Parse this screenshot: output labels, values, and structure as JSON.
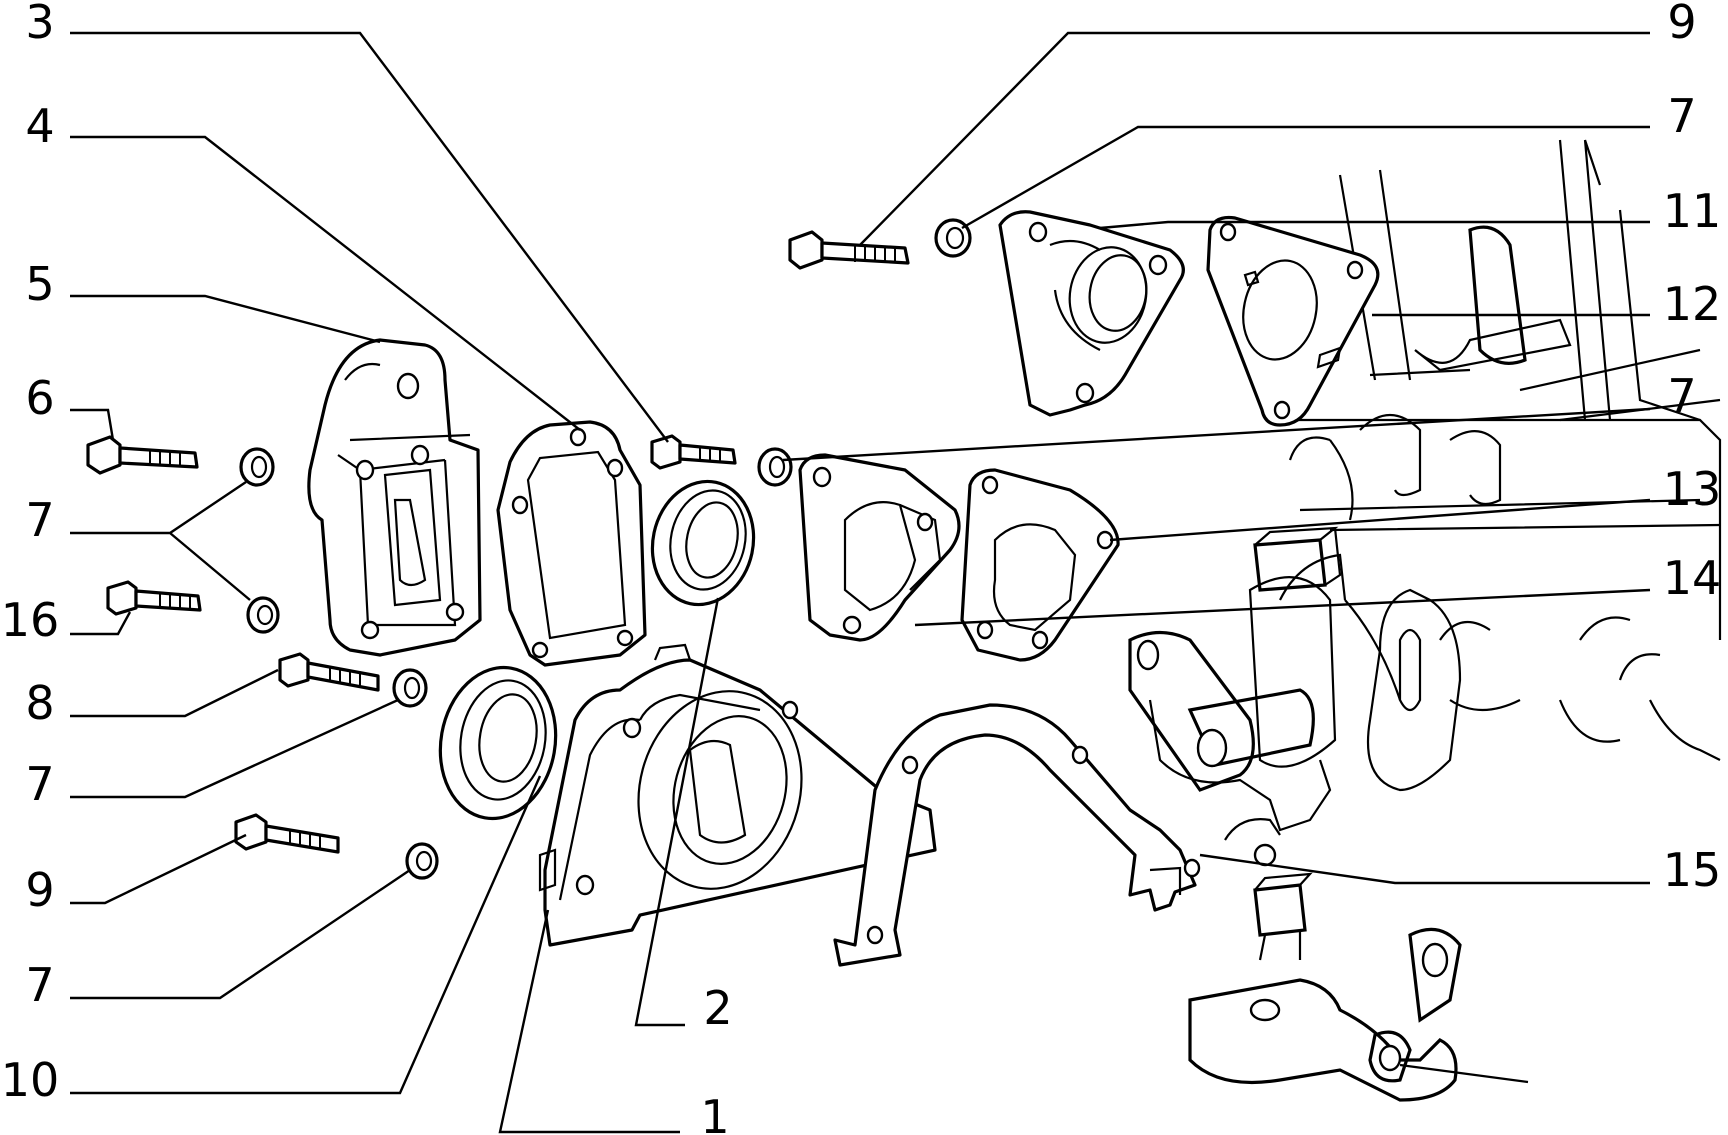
{
  "callouts": [
    {
      "id": "c3",
      "label": "3"
    },
    {
      "id": "c4",
      "label": "4"
    },
    {
      "id": "c5",
      "label": "5"
    },
    {
      "id": "c6",
      "label": "6"
    },
    {
      "id": "c7a",
      "label": "7"
    },
    {
      "id": "c16",
      "label": "16"
    },
    {
      "id": "c8",
      "label": "8"
    },
    {
      "id": "c7b",
      "label": "7"
    },
    {
      "id": "c9a",
      "label": "9"
    },
    {
      "id": "c7c",
      "label": "7"
    },
    {
      "id": "c10",
      "label": "10"
    },
    {
      "id": "c1",
      "label": "1"
    },
    {
      "id": "c2",
      "label": "2"
    },
    {
      "id": "c9b",
      "label": "9"
    },
    {
      "id": "c7d",
      "label": "7"
    },
    {
      "id": "c11",
      "label": "11"
    },
    {
      "id": "c12",
      "label": "12"
    },
    {
      "id": "c7e",
      "label": "7"
    },
    {
      "id": "c13",
      "label": "13"
    },
    {
      "id": "c14",
      "label": "14"
    },
    {
      "id": "c15",
      "label": "15"
    }
  ]
}
